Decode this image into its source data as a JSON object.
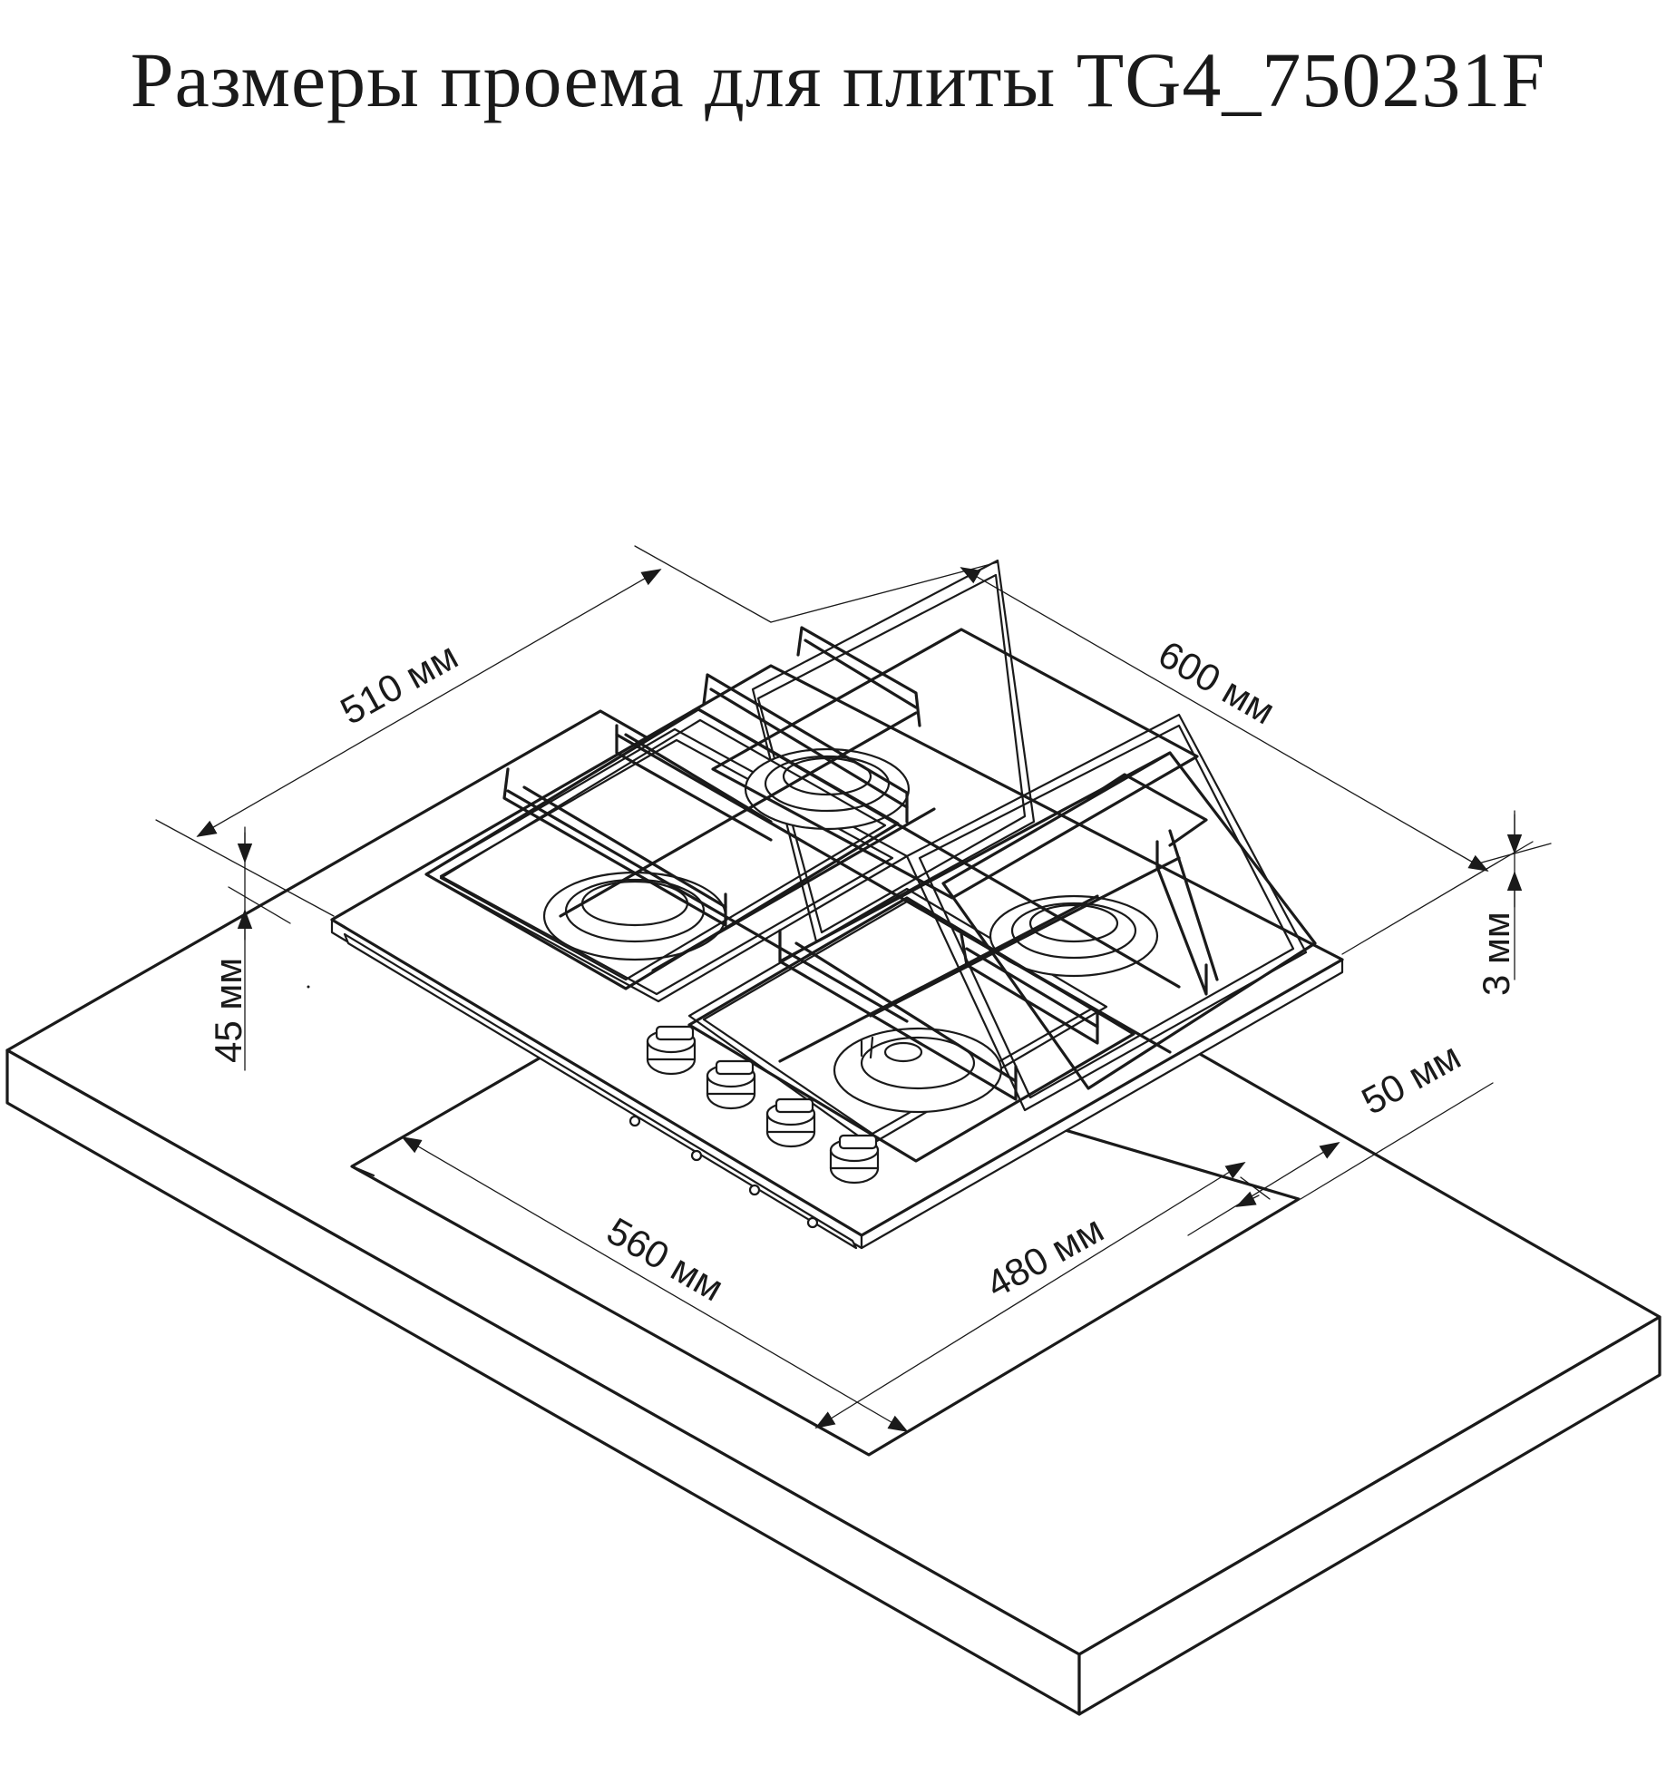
{
  "title": "Размеры проема для плиты TG4_750231F",
  "dimensions": {
    "d510": "510 мм",
    "d600": "600 мм",
    "d45": "45 мм",
    "d3": "3 мм",
    "d50": "50 мм",
    "d560": "560 мм",
    "d480": "480 мм"
  },
  "colors": {
    "line": "#1a1a1a",
    "background": "#ffffff"
  }
}
